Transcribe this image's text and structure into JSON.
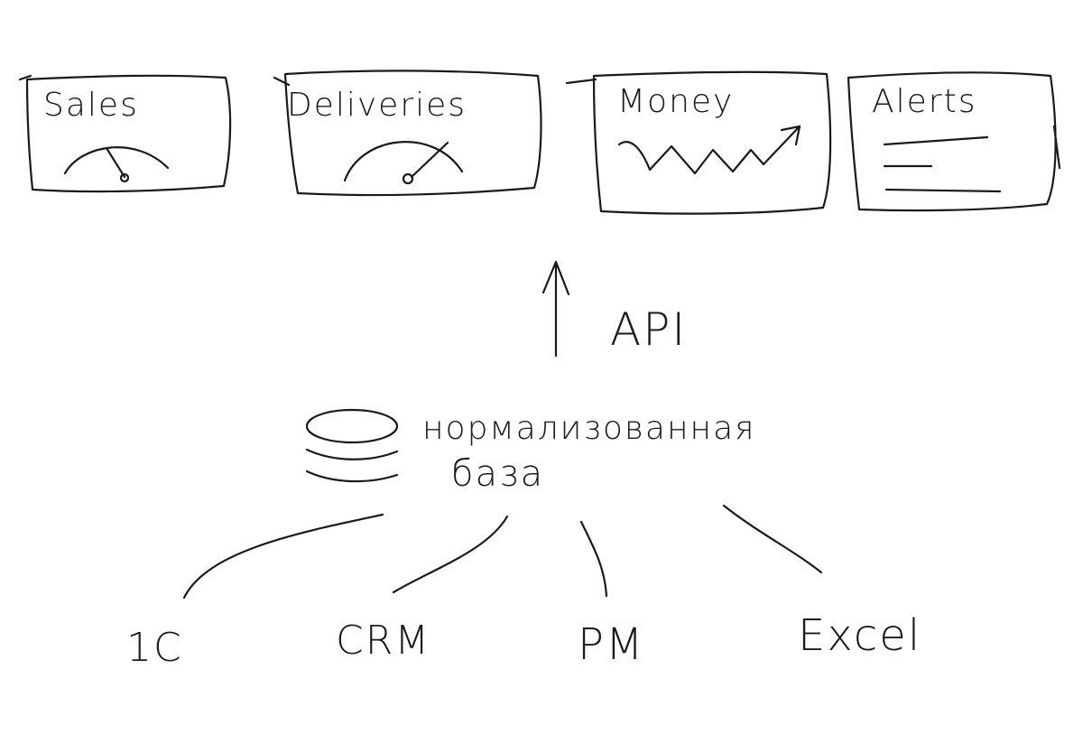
{
  "dashboards": [
    {
      "title": "Sales",
      "widget": "gauge"
    },
    {
      "title": "Deliveries",
      "widget": "gauge"
    },
    {
      "title": "Money",
      "widget": "trend"
    },
    {
      "title": "Alerts",
      "widget": "list"
    }
  ],
  "api_label": "API",
  "database": {
    "line1": "нормализованная",
    "line2": "база"
  },
  "sources": [
    "1C",
    "CRM",
    "PM",
    "Excel"
  ]
}
